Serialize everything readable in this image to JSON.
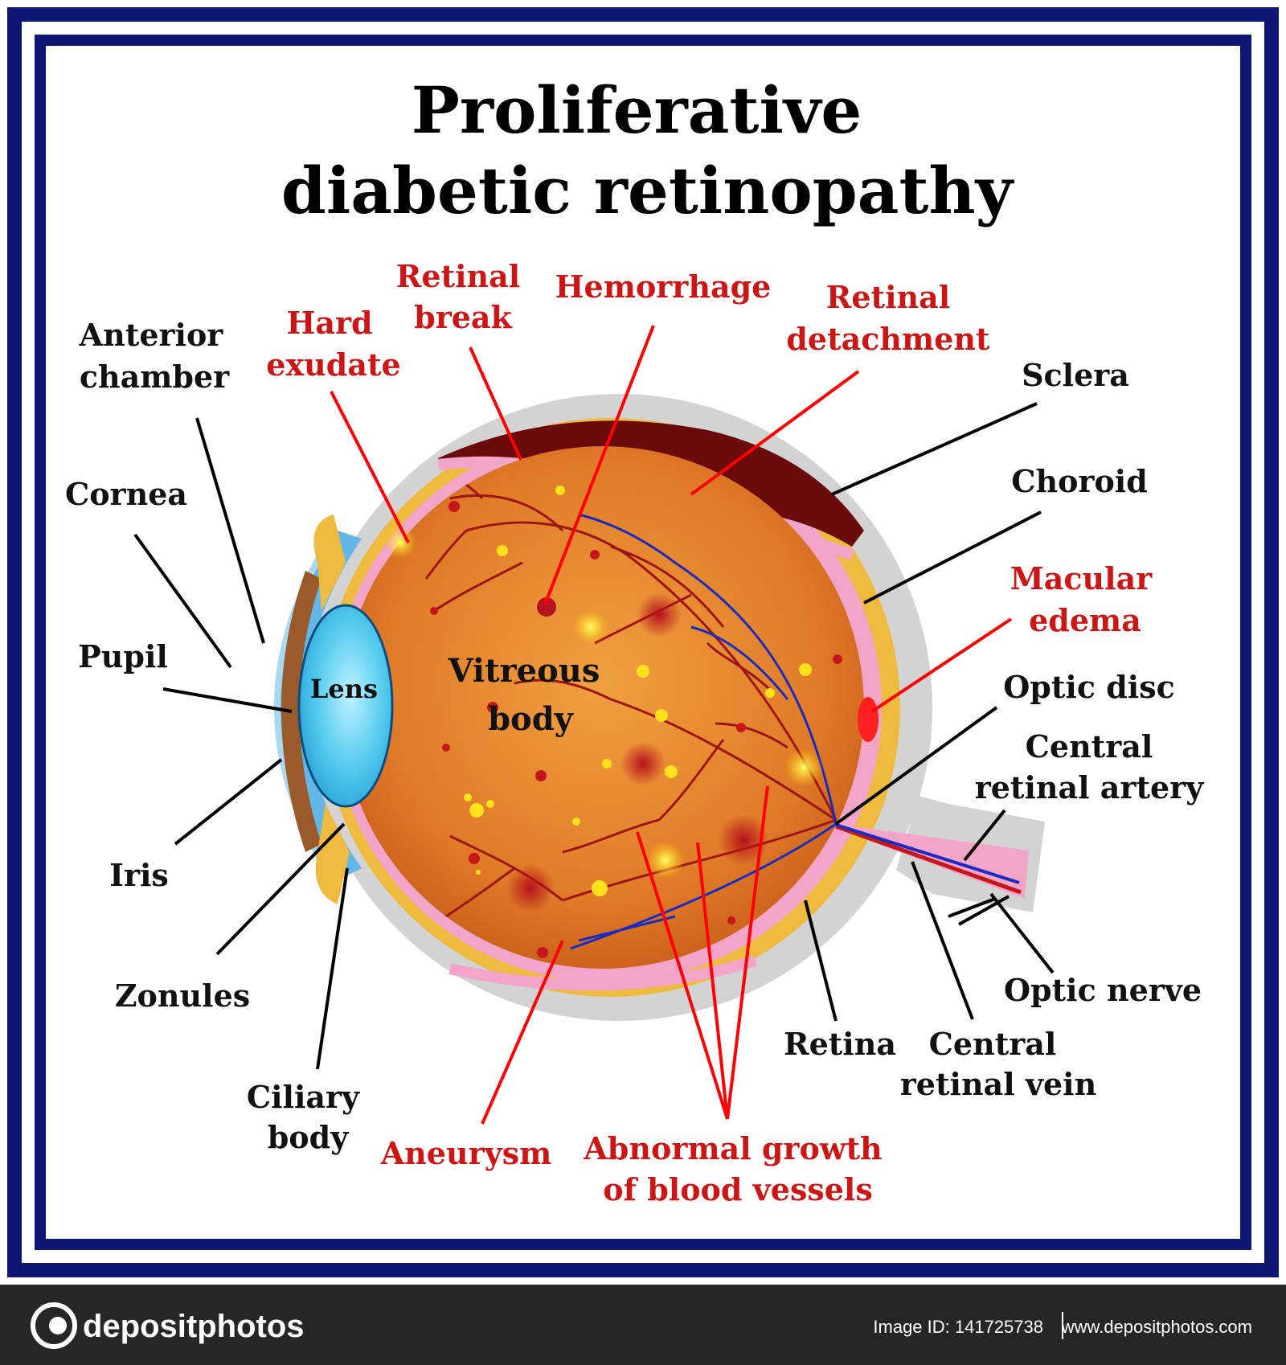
{
  "title": {
    "line1": "Proliferative",
    "line2": "diabetic retinopathy"
  },
  "labels": {
    "anterior_chamber": [
      "Anterior",
      "chamber"
    ],
    "hard_exudate": [
      "Hard",
      "exudate"
    ],
    "retinal_break": [
      "Retinal",
      "break"
    ],
    "hemorrhage": "Hemorrhage",
    "retinal_detachment": [
      "Retinal",
      "detachment"
    ],
    "sclera": "Sclera",
    "choroid": "Choroid",
    "macular_edema": [
      "Macular",
      "edema"
    ],
    "optic_disc": "Optic disc",
    "central_retinal_artery": [
      "Central",
      "retinal artery"
    ],
    "cornea": "Cornea",
    "pupil": "Pupil",
    "lens": "Lens",
    "vitreous_body": [
      "Vitreous",
      "body"
    ],
    "iris": "Iris",
    "zonules": "Zonules",
    "ciliary_body": [
      "Ciliary",
      "body"
    ],
    "aneurysm": "Aneurysm",
    "abnormal_growth": [
      "Abnormal growth",
      "of blood vessels"
    ],
    "retina": "Retina",
    "central_retinal_vein": [
      "Central",
      "retinal vein"
    ],
    "optic_nerve": "Optic nerve"
  },
  "footer": {
    "brand": "depositphotos",
    "image_id": "Image ID: 141725738",
    "url": "www.depositphotos.com"
  },
  "colors": {
    "frame": "#0d1673",
    "pathology_label": "#cc1616",
    "anatomy_label": "#111111",
    "footer_bg": "#262626"
  }
}
